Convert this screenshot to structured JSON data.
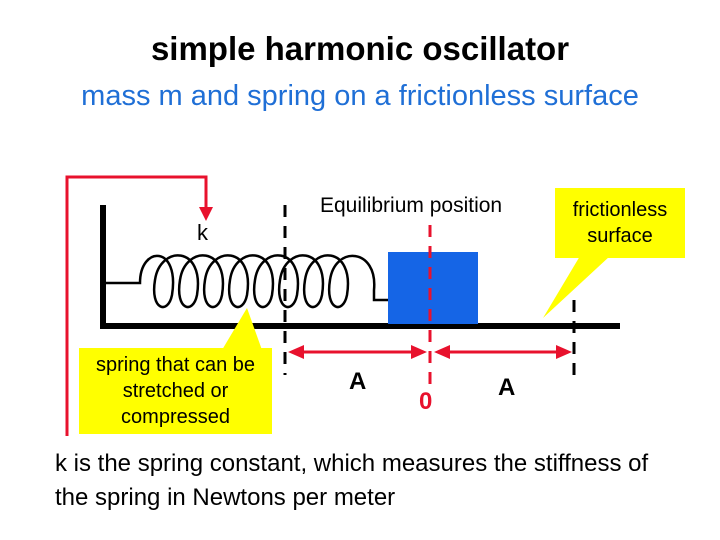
{
  "title": "simple harmonic oscillator",
  "subtitle": "mass m and spring on a frictionless surface",
  "labels": {
    "spring_constant": "k",
    "equilibrium": "Equilibrium position",
    "amplitude_left": "A",
    "amplitude_right": "A",
    "zero": "0"
  },
  "callouts": {
    "spring": "spring that can be stretched or compressed",
    "surface": "frictionless surface"
  },
  "caption": "k is the spring constant, which measures the stiffness of the spring in Newtons per meter",
  "colors": {
    "title_blue": "#1f6fd6",
    "mass_blue": "#1565e6",
    "arrow_red": "#e8112d",
    "callout_yellow": "#ffff00"
  }
}
